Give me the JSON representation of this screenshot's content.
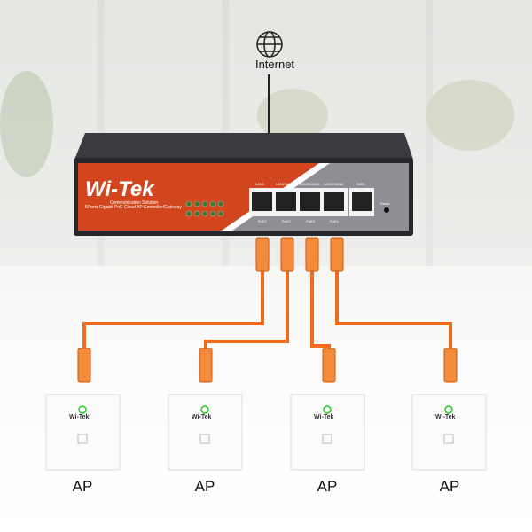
{
  "internet_label": "Internet",
  "device": {
    "brand": "Wi-Tek",
    "brand_tagline": "Communication Solution",
    "model_description": "5Ports Gigabit PoE Cloud AP Controller/Gateway",
    "port_labels": [
      "LAN1",
      "LAN2/WAN4",
      "LAN3/WAN3",
      "LAN4/WAN2",
      "WAN"
    ],
    "poe_labels": [
      "PoE1",
      "PoE2",
      "PoE3",
      "PoE4"
    ],
    "reset_label": "Reset",
    "colors": {
      "panel": "#d2461f",
      "body": "#2a2b30",
      "cable": "#f26a1b"
    }
  },
  "aps": [
    {
      "label": "AP",
      "brand": "Wi-Tek"
    },
    {
      "label": "AP",
      "brand": "Wi-Tek"
    },
    {
      "label": "AP",
      "brand": "Wi-Tek"
    },
    {
      "label": "AP",
      "brand": "Wi-Tek"
    }
  ]
}
